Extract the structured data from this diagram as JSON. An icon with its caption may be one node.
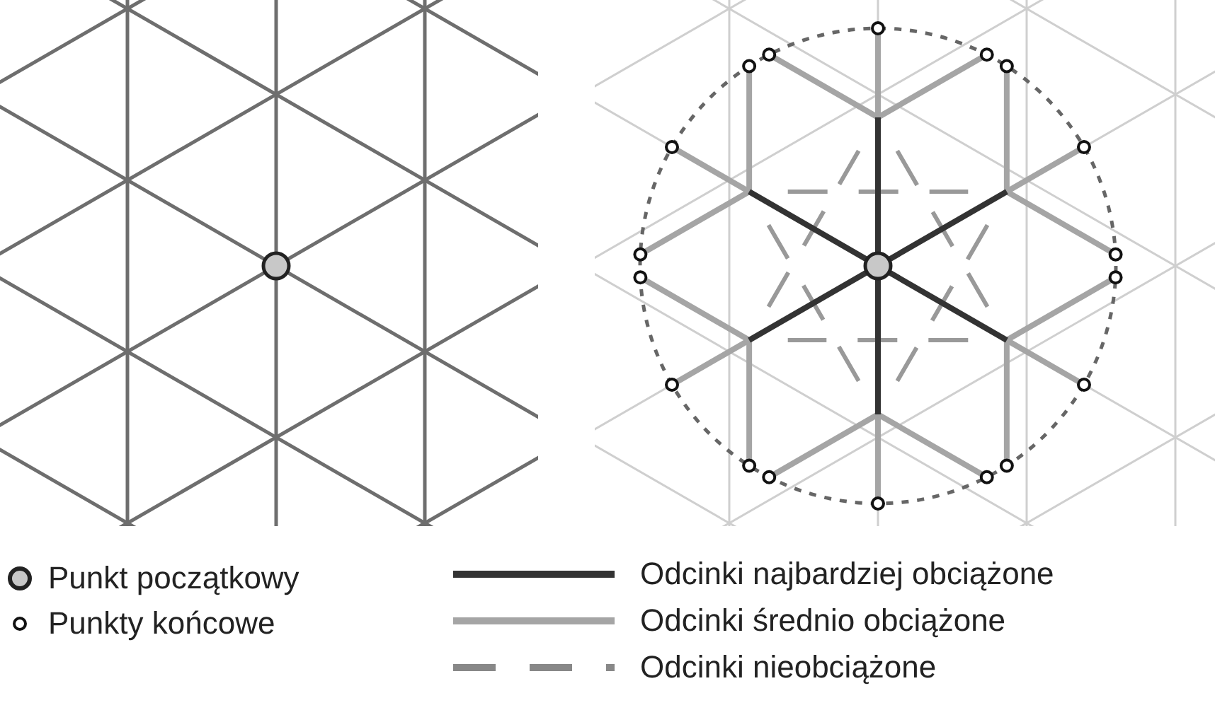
{
  "diagram": {
    "legend": [
      {
        "text": "Punkt początkowy"
      },
      {
        "text": "Punkty końcowe"
      },
      {
        "text": "Odcinki najbardziej obciążone"
      },
      {
        "text": "Odcinki średnio obciążone"
      },
      {
        "text": "Odcinki nieobciążone"
      }
    ]
  }
}
